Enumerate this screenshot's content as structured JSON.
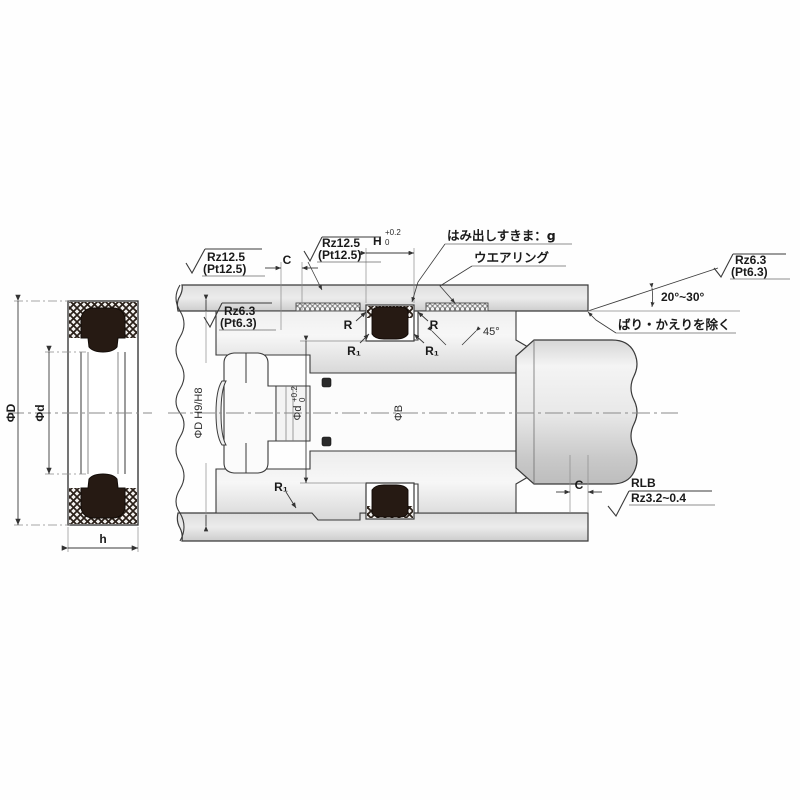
{
  "drawing": {
    "type": "hydraulic-seal-installation-drawing",
    "title": "",
    "background_color": "#fefefe",
    "line_color": "#3a3a3a",
    "metal_fill": "#e3e3e3",
    "metal_fill_dark": "#cfcfcf",
    "rubber_color": "#2b1d16",
    "center_line_color": "#8a8a8a"
  },
  "cross_section": {
    "name": "seal-cross-section",
    "dim_outer": "ΦD",
    "dim_inner": "Φd",
    "dim_width": "h"
  },
  "assembly": {
    "name": "groove-assembly-section",
    "bore_label": "ΦD H9/H8",
    "groove_label": "Φd",
    "groove_tol_upper": "+0.2",
    "groove_tol_lower": "0",
    "rod_label": "ΦB",
    "height_label": "H",
    "height_tol_upper": "+0.2",
    "height_tol_lower": "0",
    "chamfer_label": "C",
    "chamfer_label_2": "C",
    "radius_label": "R",
    "radius_label_2": "R",
    "radius_sub_label": "R₁",
    "radius_sub_label_2": "R₁",
    "radius_sub_label_3": "R₁",
    "angle_45": "45°",
    "angle_range": "20°~30°"
  },
  "surface_finish": {
    "top_left": {
      "line1": "Rz12.5",
      "line2": "(Pt12.5)"
    },
    "top_mid": {
      "line1": "Rz12.5",
      "line2": "(Pt12.5)"
    },
    "inner": {
      "line1": "Rz6.3",
      "line2": "(Pt6.3)"
    },
    "top_right": {
      "line1": "Rz6.3",
      "line2": "(Pt6.3)"
    },
    "bottom_right": {
      "line1": "RLB",
      "line2": "Rz3.2~0.4"
    }
  },
  "annotations": {
    "extrusion_gap": "はみ出しすきま：g",
    "wear_ring": "ウエアリング",
    "deburr": "ばり・かえりを除く"
  }
}
